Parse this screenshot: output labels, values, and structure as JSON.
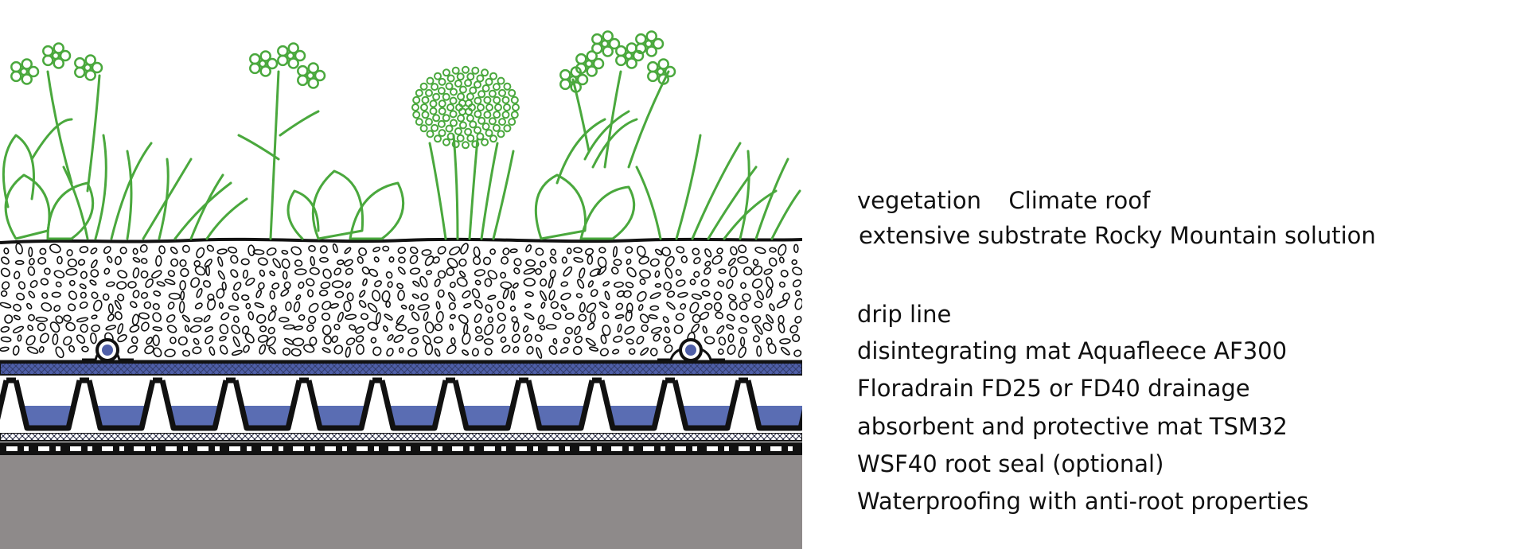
{
  "legend": {
    "vegetation": "vegetation",
    "climate_roof": "Climate roof",
    "substrate": "extensive substrate Rocky Mountain solution",
    "drip_line": "drip line",
    "disintegrating_mat": "disintegrating mat Aquafleece AF300",
    "drainage": "Floradrain FD25 or FD40 drainage",
    "protective_mat": "absorbent and protective mat TSM32",
    "root_seal": "WSF40 root seal (optional)",
    "waterproofing": "Waterproofing with anti-root properties"
  },
  "colors": {
    "plant_green": "#4aa83d",
    "fleece_blue": "#4f5fa8",
    "water_blue": "#5a6db3",
    "concrete_gray": "#8e8a8a",
    "outline_black": "#111111"
  }
}
